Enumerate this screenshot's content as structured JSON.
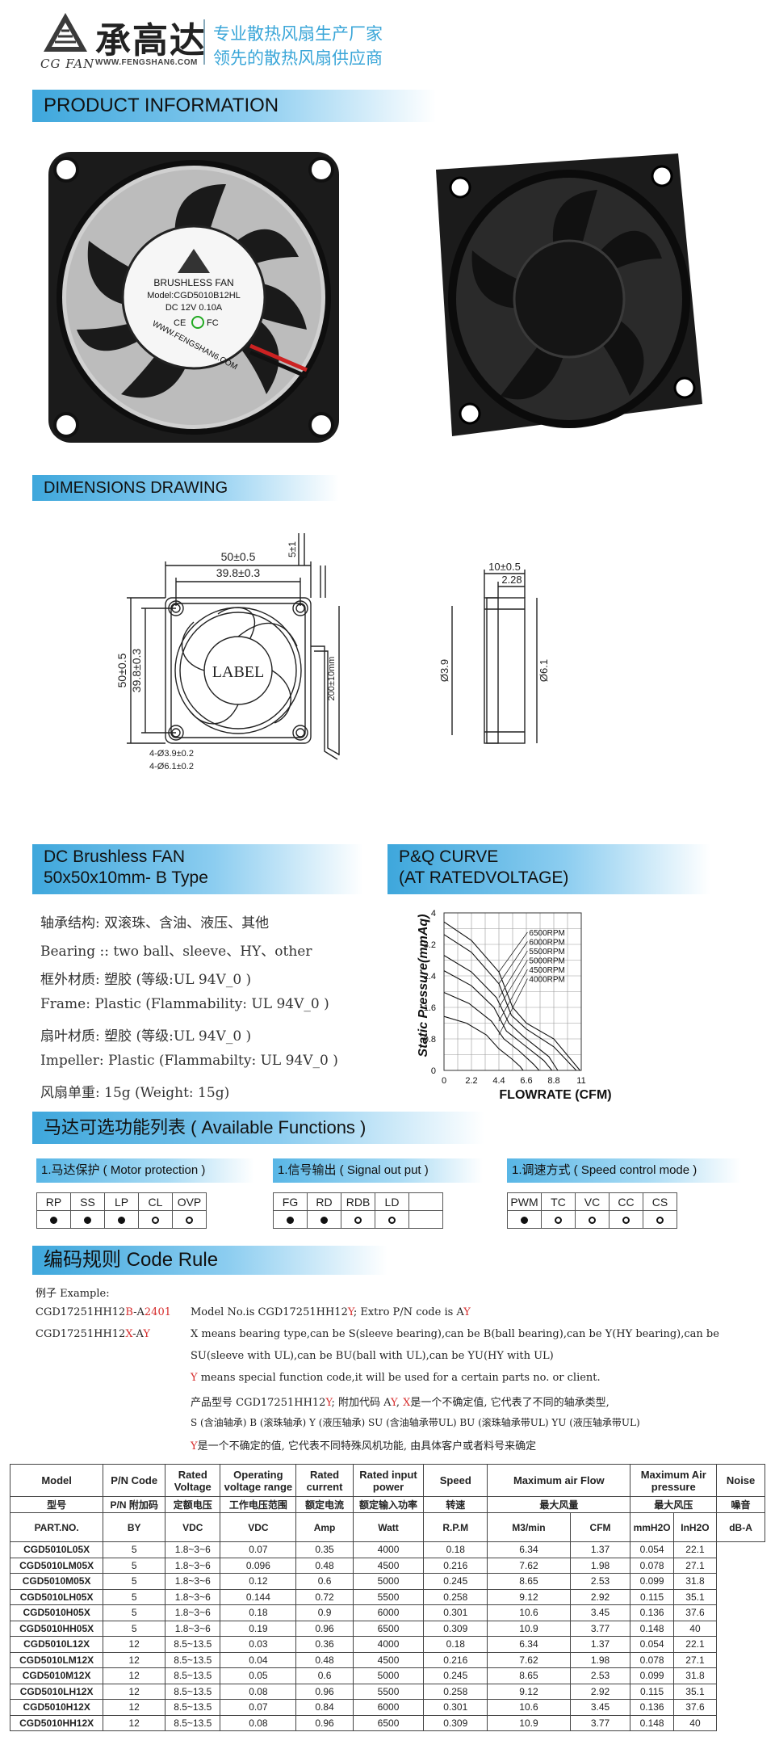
{
  "header": {
    "brand_cn": "承高达",
    "brand_en": "CG FAN",
    "website": "WWW.FENGSHAN6.COM",
    "slogan_line1": "专业散热风扇生产厂家",
    "slogan_line2": "领先的散热风扇供应商"
  },
  "sections": {
    "product_info": "PRODUCT  INFORMATION",
    "dimensions": "DIMENSIONS  DRAWING",
    "dc_title_line1": "DC  Brushless  FAN",
    "dc_title_line2": "50x50x10mm- B Type",
    "pq_title_line1": "P&Q  CURVE",
    "pq_title_line2": "(AT  RATEDVOLTAGE)",
    "functions": "马达可选功能列表 ( Available  Functions )",
    "code_rule": "编码规则 Code Rule"
  },
  "fan_label": {
    "line1": "BRUSHLESS FAN",
    "line2": "Model:CGD5010B12HL",
    "line3": "DC 12V  0.10A",
    "line4": "WWW.FENGSHAN6.COM"
  },
  "drawing": {
    "width_outer": "50±0.5",
    "width_inner": "39.8±0.3",
    "height_outer": "50±0.5",
    "height_inner": "39.8±0.3",
    "label": "LABEL",
    "hole_small": "4-Ø3.9±0.2",
    "hole_large": "4-Ø6.1±0.2",
    "wire_len": "200±10mm",
    "wire_strip": "5±1",
    "side_depth": "10±0.5",
    "side_flange": "2.28",
    "side_d1": "Ø3.9",
    "side_d2": "Ø6.1"
  },
  "materials": [
    "轴承结构: 双滚珠、含油、液压、其他",
    "Bearing :: two  ball、sleeve、HY、other",
    "框外材质: 塑胶 (等级:UL 94V_0 )",
    "Frame: Plastic (Flammability: UL 94V_0 )",
    "扇叶材质: 塑胶 (等级:UL 94V_0 )",
    "Impeller: Plastic  (Flammabilty: UL 94V_0 )",
    "风扇单重: 15g  (Weight: 15g)"
  ],
  "chart_data": {
    "type": "line",
    "xlabel": "FLOWRATE (CFM)",
    "ylabel": "Static Pressure(mmAq)",
    "x_ticks": [
      "0",
      "2.2",
      "4.4",
      "6.6",
      "8.8",
      "11"
    ],
    "y_ticks": [
      "0",
      "0.8",
      "1.6",
      "2.4",
      "3.2",
      "4"
    ],
    "xlim": [
      0,
      11
    ],
    "ylim": [
      0,
      4
    ],
    "grid": true,
    "series": [
      {
        "name": "6500RPM",
        "x": [
          0,
          2.2,
          4.4,
          5.5,
          6.6,
          8.8,
          10.9
        ],
        "y": [
          3.77,
          3.3,
          2.5,
          1.6,
          1.2,
          0.8,
          0
        ]
      },
      {
        "name": "6000RPM",
        "x": [
          0,
          2.2,
          4.4,
          5.4,
          6.6,
          8.8,
          10.6
        ],
        "y": [
          3.45,
          3.0,
          2.2,
          1.4,
          1.05,
          0.6,
          0
        ]
      },
      {
        "name": "5500RPM",
        "x": [
          0,
          2.2,
          4.2,
          5.2,
          6.4,
          8.4,
          9.12
        ],
        "y": [
          2.92,
          2.5,
          1.85,
          1.2,
          0.85,
          0.35,
          0
        ]
      },
      {
        "name": "5000RPM",
        "x": [
          0,
          2.2,
          4.0,
          5.0,
          6.2,
          8.0,
          8.65
        ],
        "y": [
          2.53,
          2.15,
          1.6,
          1.0,
          0.7,
          0.25,
          0
        ]
      },
      {
        "name": "4500RPM",
        "x": [
          0,
          2.0,
          3.8,
          4.8,
          6.0,
          7.2,
          7.62
        ],
        "y": [
          1.98,
          1.7,
          1.25,
          0.8,
          0.5,
          0.15,
          0
        ]
      },
      {
        "name": "4000RPM",
        "x": [
          0,
          1.8,
          3.4,
          4.4,
          5.4,
          6.1,
          6.34
        ],
        "y": [
          1.37,
          1.2,
          0.9,
          0.55,
          0.3,
          0.1,
          0
        ]
      }
    ]
  },
  "functions": {
    "motor": {
      "title": "1.马达保护 ( Motor  protection )",
      "cols": [
        "RP",
        "SS",
        "LP",
        "CL",
        "OVP"
      ],
      "marks": [
        "filled",
        "filled",
        "filled",
        "open",
        "open"
      ]
    },
    "signal": {
      "title": "1.信号输出 ( Signal   out  put )",
      "cols": [
        "FG",
        "RD",
        "RDB",
        "LD",
        ""
      ],
      "marks": [
        "filled",
        "filled",
        "open",
        "open",
        ""
      ]
    },
    "speed": {
      "title": "1.调速方式 ( Speed  control mode )",
      "cols": [
        "PWM",
        "TC",
        "VC",
        "CC",
        "CS"
      ],
      "marks": [
        "filled",
        "open",
        "open",
        "open",
        "open"
      ]
    }
  },
  "code_rule": {
    "example_label": "例子 Example:",
    "ex1_part1": "CGD17251HH12",
    "ex1_red1": "B",
    "ex1_part2": "-A",
    "ex1_red2": "2401",
    "ex1_desc_part1": "Model No.is CGD17251HH12",
    "ex1_desc_red1": "Y",
    "ex1_desc_part2": "; Extro P/N code is A",
    "ex1_desc_red2": "Y",
    "ex2_part1": "CGD17251HH12",
    "ex2_red1": "X",
    "ex2_part2": "-A",
    "ex2_red2": "Y",
    "line_x1": "X means bearing type,can be S(sleeve bearing),can be B(ball bearing),can be Y(HY bearing),can be",
    "line_x2": "SU(sleeve with UL),can be BU(ball with UL),can be YU(HY with UL)",
    "line_y_red": "Y",
    "line_y": " means special function code,it will be used for a certain parts no. or client.",
    "cn1_part1": "产品型号 CGD17251HH12",
    "cn1_red1": "Y",
    "cn1_part2": "; 附加代码 A",
    "cn1_red2": "Y",
    "cn1_part3": ", ",
    "cn1_red3": "X",
    "cn1_part4": "是一个不确定值, 它代表了不同的轴承类型,",
    "cn2": "S (含油轴承) B (滚珠轴承) Y (液压轴承) SU (含油轴承带UL) BU (滚珠轴承带UL) YU (液压轴承带UL)",
    "cn3_red": "Y",
    "cn3": "是一个不确定的值, 它代表不同特殊风机功能, 由具体客户或者料号来确定"
  },
  "spec_table": {
    "h1": [
      "Model",
      "P/N Code",
      "Rated Voltage",
      "Operating voltage range",
      "Rated current",
      "Rated input power",
      "Speed",
      "Maximum          air Flow",
      "Maximum Air pressure",
      "Noise"
    ],
    "h2": [
      "型号",
      "P/N 附加码",
      "定额电压",
      "工作电压范围",
      "额定电流",
      "额定输入功率",
      "转速",
      "最大风量",
      "最大风压",
      "噪音"
    ],
    "h3": [
      "PART.NO.",
      "VDC",
      "VDC",
      "Amp",
      "Watt",
      "R.P.M",
      "M3/min",
      "CFM",
      "mmH2O",
      "InH2O",
      "dB-A"
    ],
    "pn_code": "BY",
    "rows": [
      [
        "CGD5010L05X",
        "5",
        "1.8~3~6",
        "0.07",
        "0.35",
        "4000",
        "0.18",
        "6.34",
        "1.37",
        "0.054",
        "22.1"
      ],
      [
        "CGD5010LM05X",
        "5",
        "1.8~3~6",
        "0.096",
        "0.48",
        "4500",
        "0.216",
        "7.62",
        "1.98",
        "0.078",
        "27.1"
      ],
      [
        "CGD5010M05X",
        "5",
        "1.8~3~6",
        "0.12",
        "0.6",
        "5000",
        "0.245",
        "8.65",
        "2.53",
        "0.099",
        "31.8"
      ],
      [
        "CGD5010LH05X",
        "5",
        "1.8~3~6",
        "0.144",
        "0.72",
        "5500",
        "0.258",
        "9.12",
        "2.92",
        "0.115",
        "35.1"
      ],
      [
        "CGD5010H05X",
        "5",
        "1.8~3~6",
        "0.18",
        "0.9",
        "6000",
        "0.301",
        "10.6",
        "3.45",
        "0.136",
        "37.6"
      ],
      [
        "CGD5010HH05X",
        "5",
        "1.8~3~6",
        "0.19",
        "0.96",
        "6500",
        "0.309",
        "10.9",
        "3.77",
        "0.148",
        "40"
      ],
      [
        "CGD5010L12X",
        "12",
        "8.5~13.5",
        "0.03",
        "0.36",
        "4000",
        "0.18",
        "6.34",
        "1.37",
        "0.054",
        "22.1"
      ],
      [
        "CGD5010LM12X",
        "12",
        "8.5~13.5",
        "0.04",
        "0.48",
        "4500",
        "0.216",
        "7.62",
        "1.98",
        "0.078",
        "27.1"
      ],
      [
        "CGD5010M12X",
        "12",
        "8.5~13.5",
        "0.05",
        "0.6",
        "5000",
        "0.245",
        "8.65",
        "2.53",
        "0.099",
        "31.8"
      ],
      [
        "CGD5010LH12X",
        "12",
        "8.5~13.5",
        "0.08",
        "0.96",
        "5500",
        "0.258",
        "9.12",
        "2.92",
        "0.115",
        "35.1"
      ],
      [
        "CGD5010H12X",
        "12",
        "8.5~13.5",
        "0.07",
        "0.84",
        "6000",
        "0.301",
        "10.6",
        "3.45",
        "0.136",
        "37.6"
      ],
      [
        "CGD5010HH12X",
        "12",
        "8.5~13.5",
        "0.08",
        "0.96",
        "6500",
        "0.309",
        "10.9",
        "3.77",
        "0.148",
        "40"
      ]
    ]
  }
}
